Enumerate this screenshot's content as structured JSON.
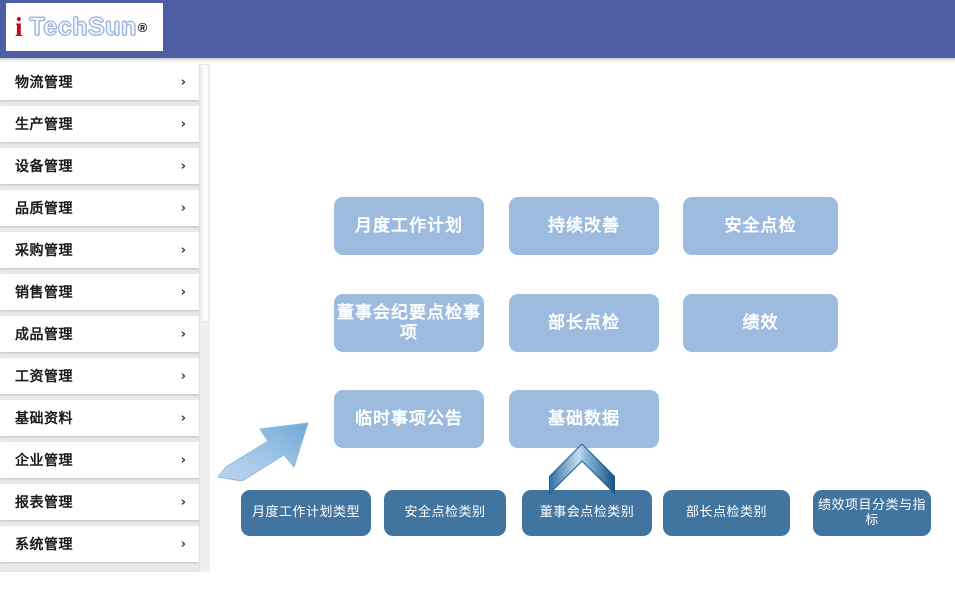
{
  "header": {
    "brand_mark": "i",
    "brand_name": "TechSun",
    "registered_symbol": "®",
    "bar_color": "#4e5ea4"
  },
  "sidebar": {
    "chevron": "›",
    "items": [
      {
        "label": "物流管理"
      },
      {
        "label": "生产管理"
      },
      {
        "label": "设备管理"
      },
      {
        "label": "品质管理"
      },
      {
        "label": "采购管理"
      },
      {
        "label": "销售管理"
      },
      {
        "label": "成品管理"
      },
      {
        "label": "工资管理"
      },
      {
        "label": "基础资料"
      },
      {
        "label": "企业管理"
      },
      {
        "label": "报表管理"
      },
      {
        "label": "系统管理"
      }
    ]
  },
  "diagram": {
    "light_node_color": "#9dbbdf",
    "dark_node_color": "#41759f",
    "arrow_color": "#2d6ca8",
    "modules": [
      {
        "id": "monthly-plan",
        "label": "月度工作计划"
      },
      {
        "id": "improve",
        "label": "持续改善"
      },
      {
        "id": "safety-check",
        "label": "安全点检"
      },
      {
        "id": "board-minutes",
        "label": "董事会纪要点检事项"
      },
      {
        "id": "minister-check",
        "label": "部长点检"
      },
      {
        "id": "performance",
        "label": "绩效"
      },
      {
        "id": "temp-notice",
        "label": "临时事项公告"
      },
      {
        "id": "basic-data",
        "label": "基础数据"
      }
    ],
    "categories": [
      {
        "id": "plan-type",
        "label": "月度工作计划类型"
      },
      {
        "id": "safety-cat",
        "label": "安全点检类别"
      },
      {
        "id": "board-cat",
        "label": "董事会点检类别"
      },
      {
        "id": "minister-cat",
        "label": "部长点检类别"
      },
      {
        "id": "perf-cat",
        "label": "绩效项目分类与指标"
      }
    ]
  }
}
